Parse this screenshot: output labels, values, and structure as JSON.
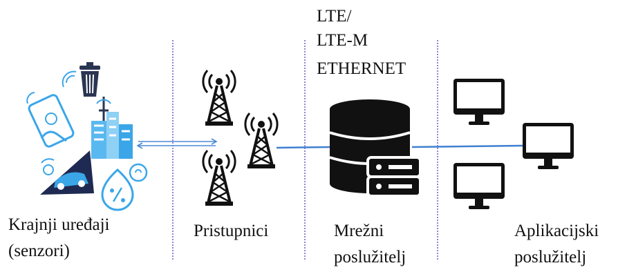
{
  "network_label": {
    "line1": "LTE/",
    "line2": "LTE-M",
    "line3": "ETHERNET"
  },
  "labels": {
    "end_devices_line1": "Krajnji uređaji",
    "end_devices_line2": "(senzori)",
    "gateways": "Pristupnici",
    "network_server_line1": "Mrežni",
    "network_server_line2": "poslužitelj",
    "app_server_line1": "Aplikacijski",
    "app_server_line2": "poslužitelj"
  },
  "colors": {
    "divider": "#8a84d6",
    "link_line": "#3f7fd0",
    "device_blue": "#3aa6e8",
    "device_dark": "#1f2a52",
    "icon_black": "#111111"
  }
}
